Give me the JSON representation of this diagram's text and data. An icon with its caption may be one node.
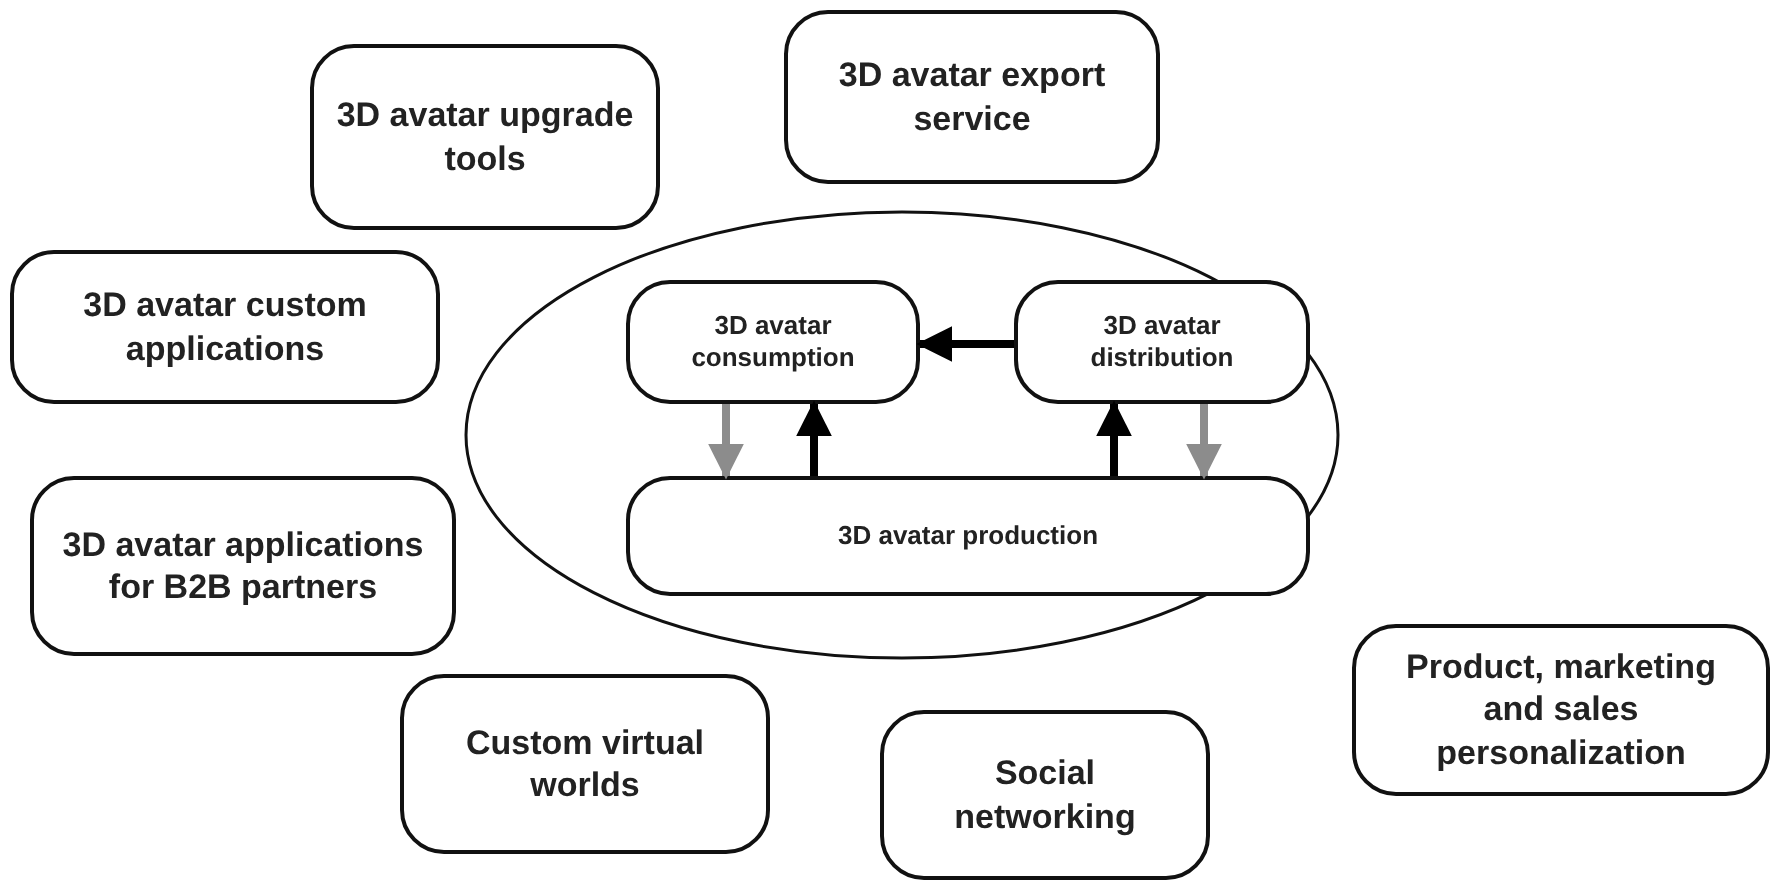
{
  "diagram": {
    "nodes": [
      {
        "text": [
          "3D avatar upgrade tools"
        ]
      },
      {
        "text": [
          "3D avatar export service"
        ]
      },
      {
        "text": [
          "3D avatar custom applications"
        ]
      },
      {
        "text": [],
        "shape": "ellipse"
      },
      {
        "text": [
          "3D avatar consumption"
        ],
        "in": 3
      },
      {
        "text": [
          "3D avatar distribution"
        ],
        "in": 3
      },
      {
        "text": [
          "3D avatar production"
        ],
        "in": 3
      },
      {
        "text": [
          "3D avatar applications for B2B partners"
        ]
      },
      {
        "text": [
          "Product, marketing and sales personalization"
        ]
      },
      {
        "text": [
          "Custom virtual worlds"
        ]
      },
      {
        "text": [
          "Social networking"
        ]
      }
    ],
    "edges": [
      {
        "from": 5,
        "to": 4,
        "arrow": "to"
      },
      {
        "from": 4,
        "to": 6,
        "arrow": "to",
        "color": "#8c8c8c"
      },
      {
        "from": 6,
        "to": 4,
        "arrow": "to"
      },
      {
        "from": 6,
        "to": 5,
        "arrow": "to"
      },
      {
        "from": 5,
        "to": 6,
        "arrow": "to",
        "color": "#8c8c8c"
      }
    ]
  }
}
